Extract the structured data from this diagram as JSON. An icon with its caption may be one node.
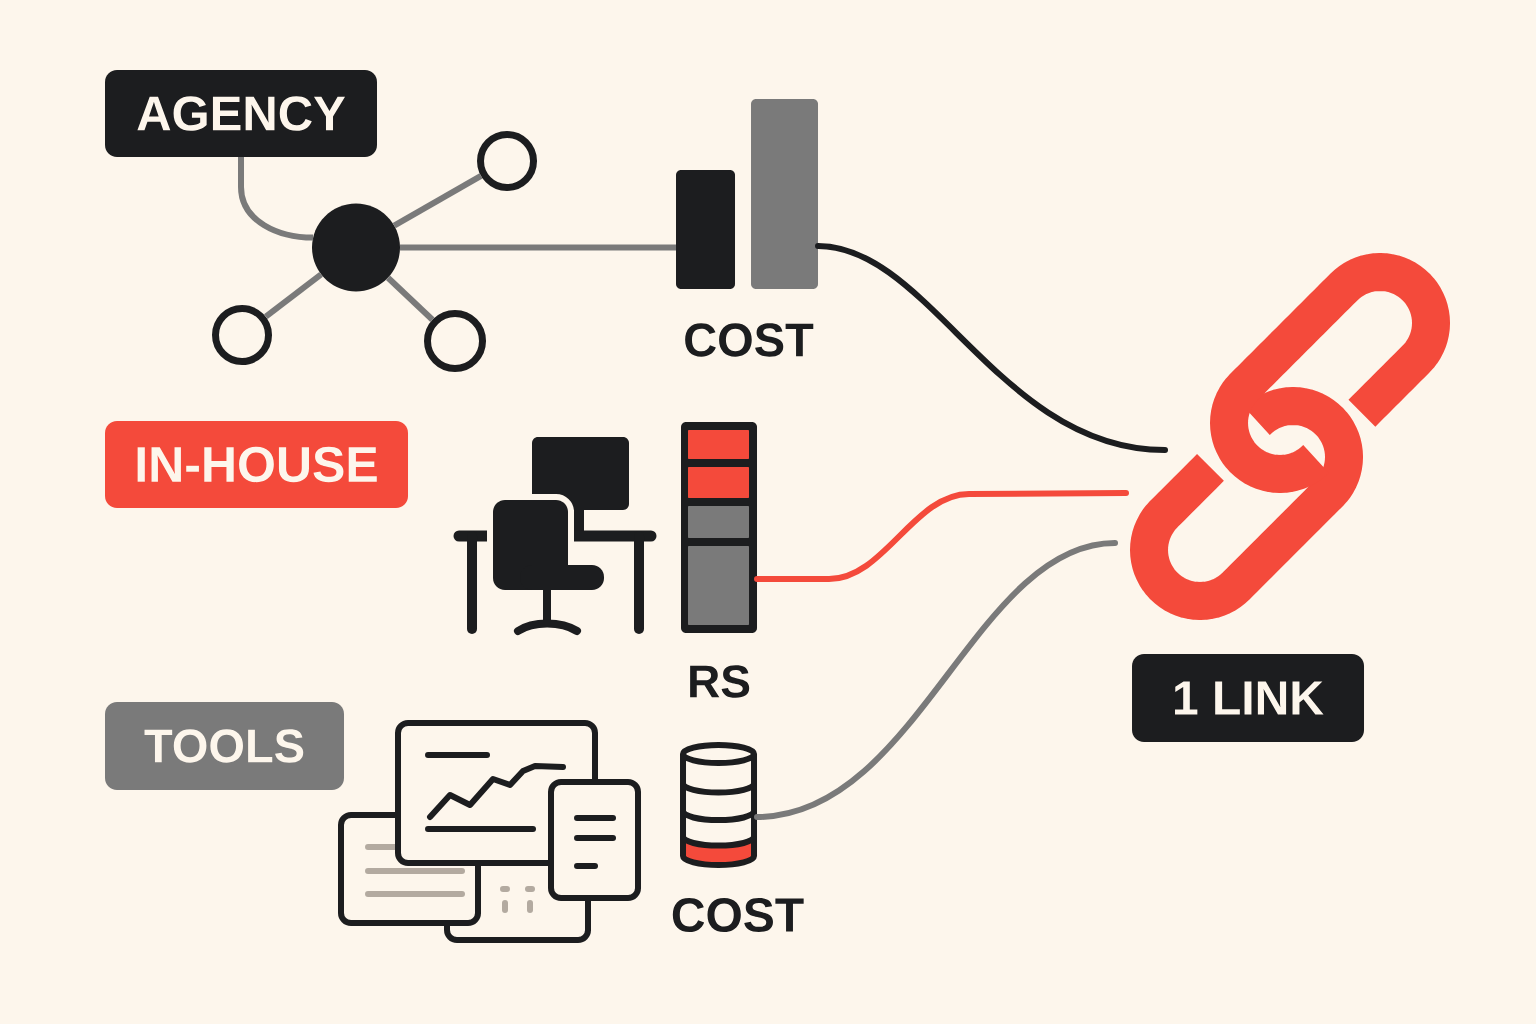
{
  "diagram": {
    "nodes": [
      {
        "text": [
          "AGENCY"
        ]
      },
      {
        "text": [],
        "shape": "circle"
      },
      {
        "text": [],
        "shape": "circle"
      },
      {
        "text": [],
        "shape": "circle"
      },
      {
        "text": [],
        "shape": "circle"
      },
      {
        "text": [],
        "shape": "bar",
        "beside": [
          "COST"
        ]
      },
      {
        "text": [
          "IN-HOUSE"
        ]
      },
      {
        "text": [],
        "shape": "bar",
        "beside": [
          "RS"
        ]
      },
      {
        "text": [
          "TOOLS"
        ]
      },
      {
        "text": [],
        "shape": "cylinder",
        "beside": [
          "COST"
        ]
      },
      {
        "text": [],
        "shape": "picture"
      },
      {
        "text": [
          "1 LINK"
        ]
      }
    ],
    "edges": [
      {
        "from": 0,
        "to": 1,
        "arrow": "none"
      },
      {
        "from": 1,
        "to": 2,
        "arrow": "none"
      },
      {
        "from": 1,
        "to": 3,
        "arrow": "none"
      },
      {
        "from": 1,
        "to": 4,
        "arrow": "none"
      },
      {
        "from": 1,
        "to": 5,
        "arrow": "none"
      },
      {
        "from": 5,
        "to": 10,
        "arrow": "none",
        "color": "#1c1d1f"
      },
      {
        "from": 7,
        "to": 10,
        "arrow": "none",
        "color": "#f44a3b"
      },
      {
        "from": 9,
        "to": 10,
        "arrow": "none"
      }
    ]
  }
}
